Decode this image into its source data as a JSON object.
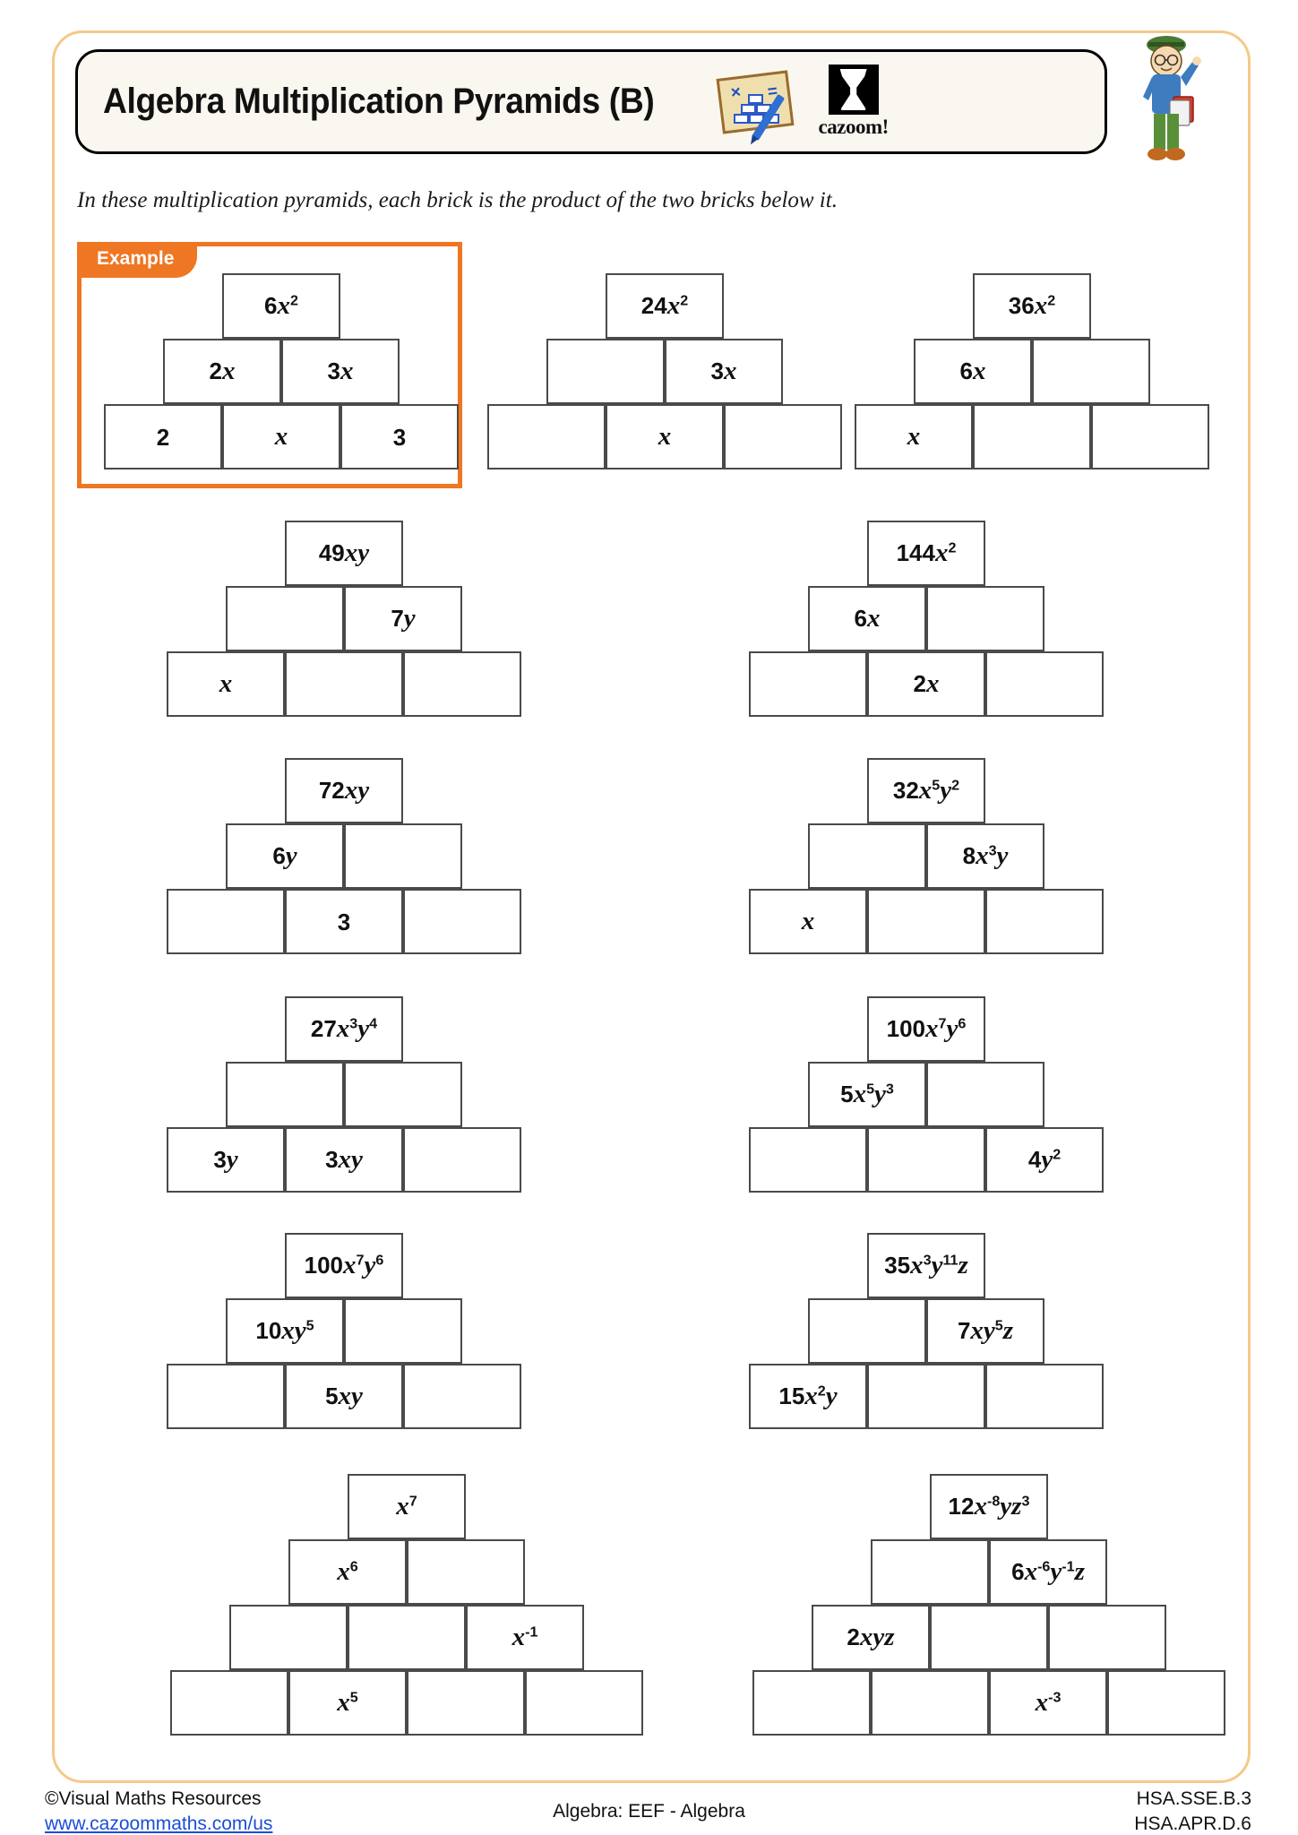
{
  "header": {
    "title": "Algebra Multiplication Pyramids (B)",
    "brand_name": "cazoom!",
    "note_icon_symbols": {
      "multiply": "×",
      "equals": "="
    }
  },
  "intro": "In these multiplication pyramids, each brick is the product of the two bricks below it.",
  "example": {
    "tab_label": "Example",
    "accent_color": "#EF7622"
  },
  "footer": {
    "copyright": "©Visual Maths Resources",
    "website": "www.cazoommaths.com/us",
    "center": "Algebra: EEF - Algebra",
    "code1": "HSA.SSE.B.3",
    "code2": "HSA.APR.D.6"
  },
  "pyramids": [
    {
      "id": "example",
      "is_example": true,
      "rows": 3,
      "cells": [
        [
          "6<i>x</i><sup>2</sup>"
        ],
        [
          "2<i>x</i>",
          "3<i>x</i>"
        ],
        [
          "2",
          "<i>x</i>",
          "3"
        ]
      ]
    },
    {
      "id": "q1",
      "rows": 3,
      "cells": [
        [
          "24<i>x</i><sup>2</sup>"
        ],
        [
          "",
          "3<i>x</i>"
        ],
        [
          "",
          "<i>x</i>",
          ""
        ]
      ]
    },
    {
      "id": "q2",
      "rows": 3,
      "cells": [
        [
          "36<i>x</i><sup>2</sup>"
        ],
        [
          "6<i>x</i>",
          ""
        ],
        [
          "<i>x</i>",
          "",
          ""
        ]
      ]
    },
    {
      "id": "q3",
      "rows": 3,
      "cells": [
        [
          "49<i>xy</i>"
        ],
        [
          "",
          "7<i>y</i>"
        ],
        [
          "<i>x</i>",
          "",
          ""
        ]
      ]
    },
    {
      "id": "q4",
      "rows": 3,
      "cells": [
        [
          "144<i>x</i><sup>2</sup>"
        ],
        [
          "6<i>x</i>",
          ""
        ],
        [
          "",
          "2<i>x</i>",
          ""
        ]
      ]
    },
    {
      "id": "q5",
      "rows": 3,
      "cells": [
        [
          "72<i>xy</i>"
        ],
        [
          "6<i>y</i>",
          ""
        ],
        [
          "",
          "3",
          ""
        ]
      ]
    },
    {
      "id": "q6",
      "rows": 3,
      "cells": [
        [
          "32<i>x</i><sup>5</sup><i>y</i><sup>2</sup>"
        ],
        [
          "",
          "8<i>x</i><sup>3</sup><i>y</i>"
        ],
        [
          "<i>x</i>",
          "",
          ""
        ]
      ]
    },
    {
      "id": "q7",
      "rows": 3,
      "cells": [
        [
          "27<i>x</i><sup>3</sup><i>y</i><sup>4</sup>"
        ],
        [
          "",
          ""
        ],
        [
          "3<i>y</i>",
          "3<i>xy</i>",
          ""
        ]
      ]
    },
    {
      "id": "q8",
      "rows": 3,
      "cells": [
        [
          "100<i>x</i><sup>7</sup><i>y</i><sup>6</sup>"
        ],
        [
          "5<i>x</i><sup>5</sup><i>y</i><sup>3</sup>",
          ""
        ],
        [
          "",
          "",
          "4<i>y</i><sup>2</sup>"
        ]
      ]
    },
    {
      "id": "q9",
      "rows": 3,
      "cells": [
        [
          "100<i>x</i><sup>7</sup><i>y</i><sup>6</sup>"
        ],
        [
          "10<i>xy</i><sup>5</sup>",
          ""
        ],
        [
          "",
          "5<i>xy</i>",
          ""
        ]
      ]
    },
    {
      "id": "q10",
      "rows": 3,
      "cells": [
        [
          "35<i>x</i><sup>3</sup><i>y</i><sup>11</sup><i>z</i>"
        ],
        [
          "",
          "7<i>xy</i><sup>5</sup><i>z</i>"
        ],
        [
          "15<i>x</i><sup>2</sup><i>y</i>",
          "",
          ""
        ]
      ]
    },
    {
      "id": "q11",
      "rows": 4,
      "cells": [
        [
          "<i>x</i><sup>7</sup>"
        ],
        [
          "<i>x</i><sup>6</sup>",
          ""
        ],
        [
          "",
          "",
          "<i>x</i><sup>-1</sup>"
        ],
        [
          "",
          "<i>x</i><sup>5</sup>",
          "",
          ""
        ]
      ]
    },
    {
      "id": "q12",
      "rows": 4,
      "cells": [
        [
          "12<i>x</i><sup>-8</sup><i>yz</i><sup>3</sup>"
        ],
        [
          "",
          "6<i>x</i><sup>-6</sup><i>y</i><sup>-1</sup><i>z</i>"
        ],
        [
          "2<i>xyz</i>",
          "",
          ""
        ],
        [
          "",
          "",
          "<i>x</i><sup>-3</sup>",
          ""
        ]
      ]
    }
  ]
}
